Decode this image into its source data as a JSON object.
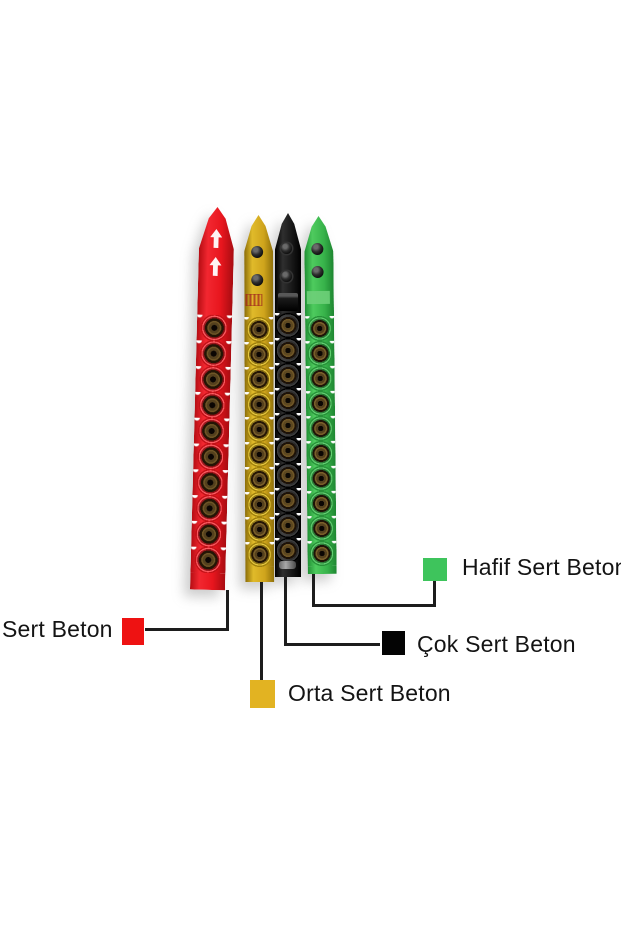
{
  "page": {
    "background": "#ffffff"
  },
  "product": {
    "description_visible": "four plastic powder-actuated cartridge strips hanging side by side",
    "strips": [
      {
        "id": "red",
        "color": "#e8161e",
        "cartridge_count": 10,
        "hardness_label": "Sert Beton"
      },
      {
        "id": "yellow",
        "color": "#cfa41c",
        "cartridge_count": 10,
        "hardness_label": "Orta Sert Beton"
      },
      {
        "id": "black",
        "color": "#161616",
        "cartridge_count": 10,
        "hardness_label": "Çok Sert Beton"
      },
      {
        "id": "green",
        "color": "#37b24a",
        "cartridge_count": 10,
        "hardness_label": "Hafif Sert Beton"
      }
    ]
  },
  "legend": {
    "items": [
      {
        "id": "sert-beton",
        "label": "Sert Beton",
        "color": "#ee1212",
        "strip": "red"
      },
      {
        "id": "orta-sert-beton",
        "label": "Orta Sert Beton",
        "color": "#e2b322",
        "strip": "yellow"
      },
      {
        "id": "cok-sert-beton",
        "label": "Çok Sert Beton",
        "color": "#040404",
        "strip": "black"
      },
      {
        "id": "hafif-sert-beton",
        "label": "Hafif Sert Beton",
        "color": "#3ec45c",
        "strip": "green"
      }
    ],
    "line_color": "#1d1d1d",
    "text_color": "#141414"
  }
}
